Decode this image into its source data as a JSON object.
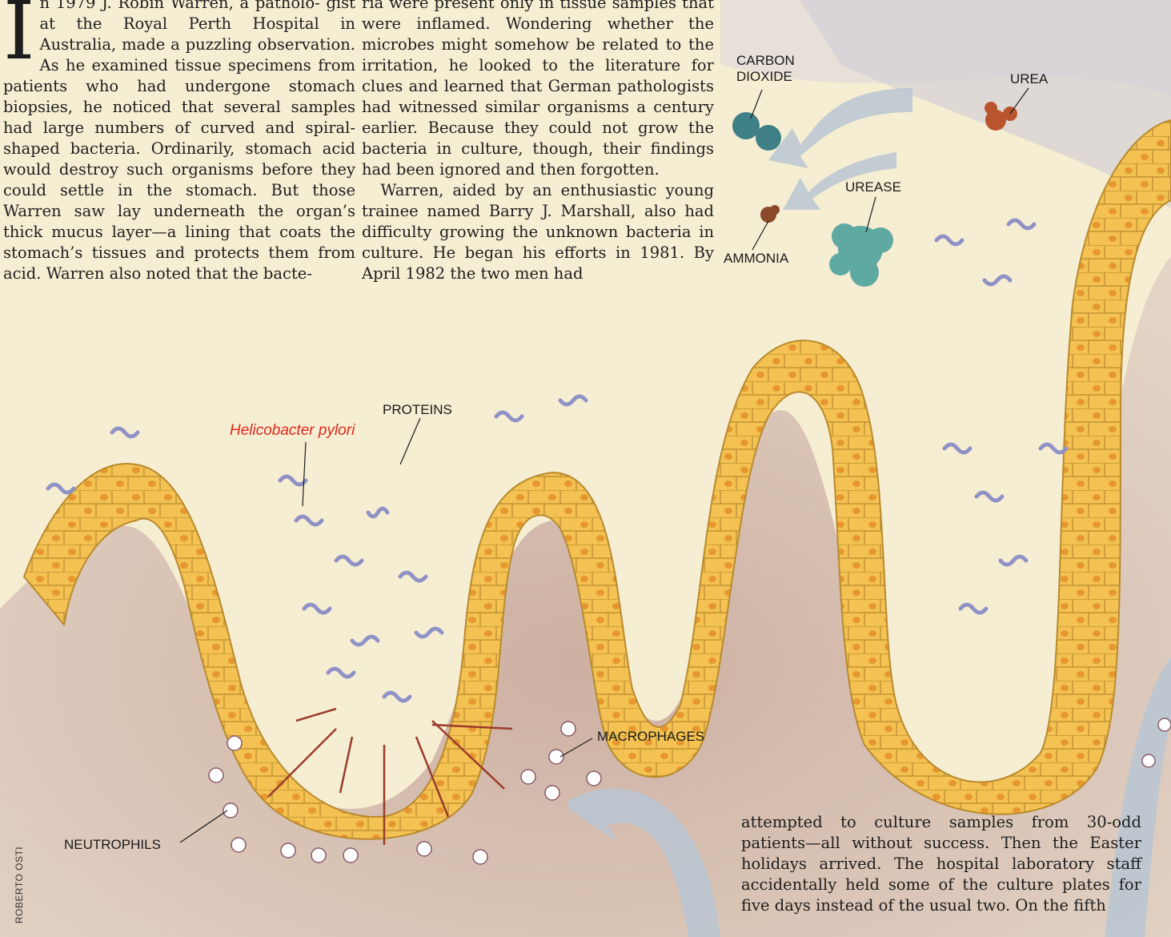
{
  "article": {
    "col1_dropcap": "I",
    "col1_line1": "n 1979 J. Robin Warren, a patholo-",
    "col1_text": "gist at the Royal Perth Hospital in Australia, made a puzzling observation. As he examined tissue specimens from patients who had undergone stomach biopsies, he noticed that several samples had large numbers of curved and spiral-shaped bacteria. Ordinarily, stomach acid would destroy such organisms before they could settle in the stomach. But those Warren saw lay underneath the organ’s thick mucus layer—a lining that coats the stomach’s tissues and protects them from acid. Warren also noted that the bacte-",
    "col2_p1": "ria were present only in tissue samples that were inflamed. Wondering whether the microbes might somehow be related to the irritation, he looked to the literature for clues and learned that German pathologists had witnessed similar organisms a century earlier. Because they could not grow the bacteria in culture, though, their findings had been ignored and then forgotten.",
    "col2_p2": "Warren, aided by an enthusiastic young trainee named Barry J. Marshall, also had difficulty growing the unknown bacteria in culture. He began his efforts in 1981. By April 1982 the two men had",
    "col3_text": "attempted to culture samples from 30-odd patients—all without success. Then the Easter holidays arrived. The hospital laboratory staff accidentally held some of the culture plates for five days instead of the usual two. On the fifth"
  },
  "labels": {
    "carbon_dioxide_1": "CARBON",
    "carbon_dioxide_2": "DIOXIDE",
    "urea": "UREA",
    "urease": "UREASE",
    "ammonia": "AMMONIA",
    "proteins": "PROTEINS",
    "helicobacter": "Helicobacter pylori",
    "macrophages": "MACROPHAGES",
    "neutrophils": "NEUTROPHILS"
  },
  "credit": "ROBERTO OSTI",
  "colors": {
    "mucus": "#f6eed2",
    "tissue": "#d9c2b4",
    "cell": "#f2c14e",
    "cell_border": "#b5852a",
    "nucleus": "#e49a3a",
    "bacteria": "#8d90c4",
    "inflammation_arrow": "#9a3b2c",
    "flow_arrow": "#b9c6d2",
    "label_red": "#e0281d"
  }
}
